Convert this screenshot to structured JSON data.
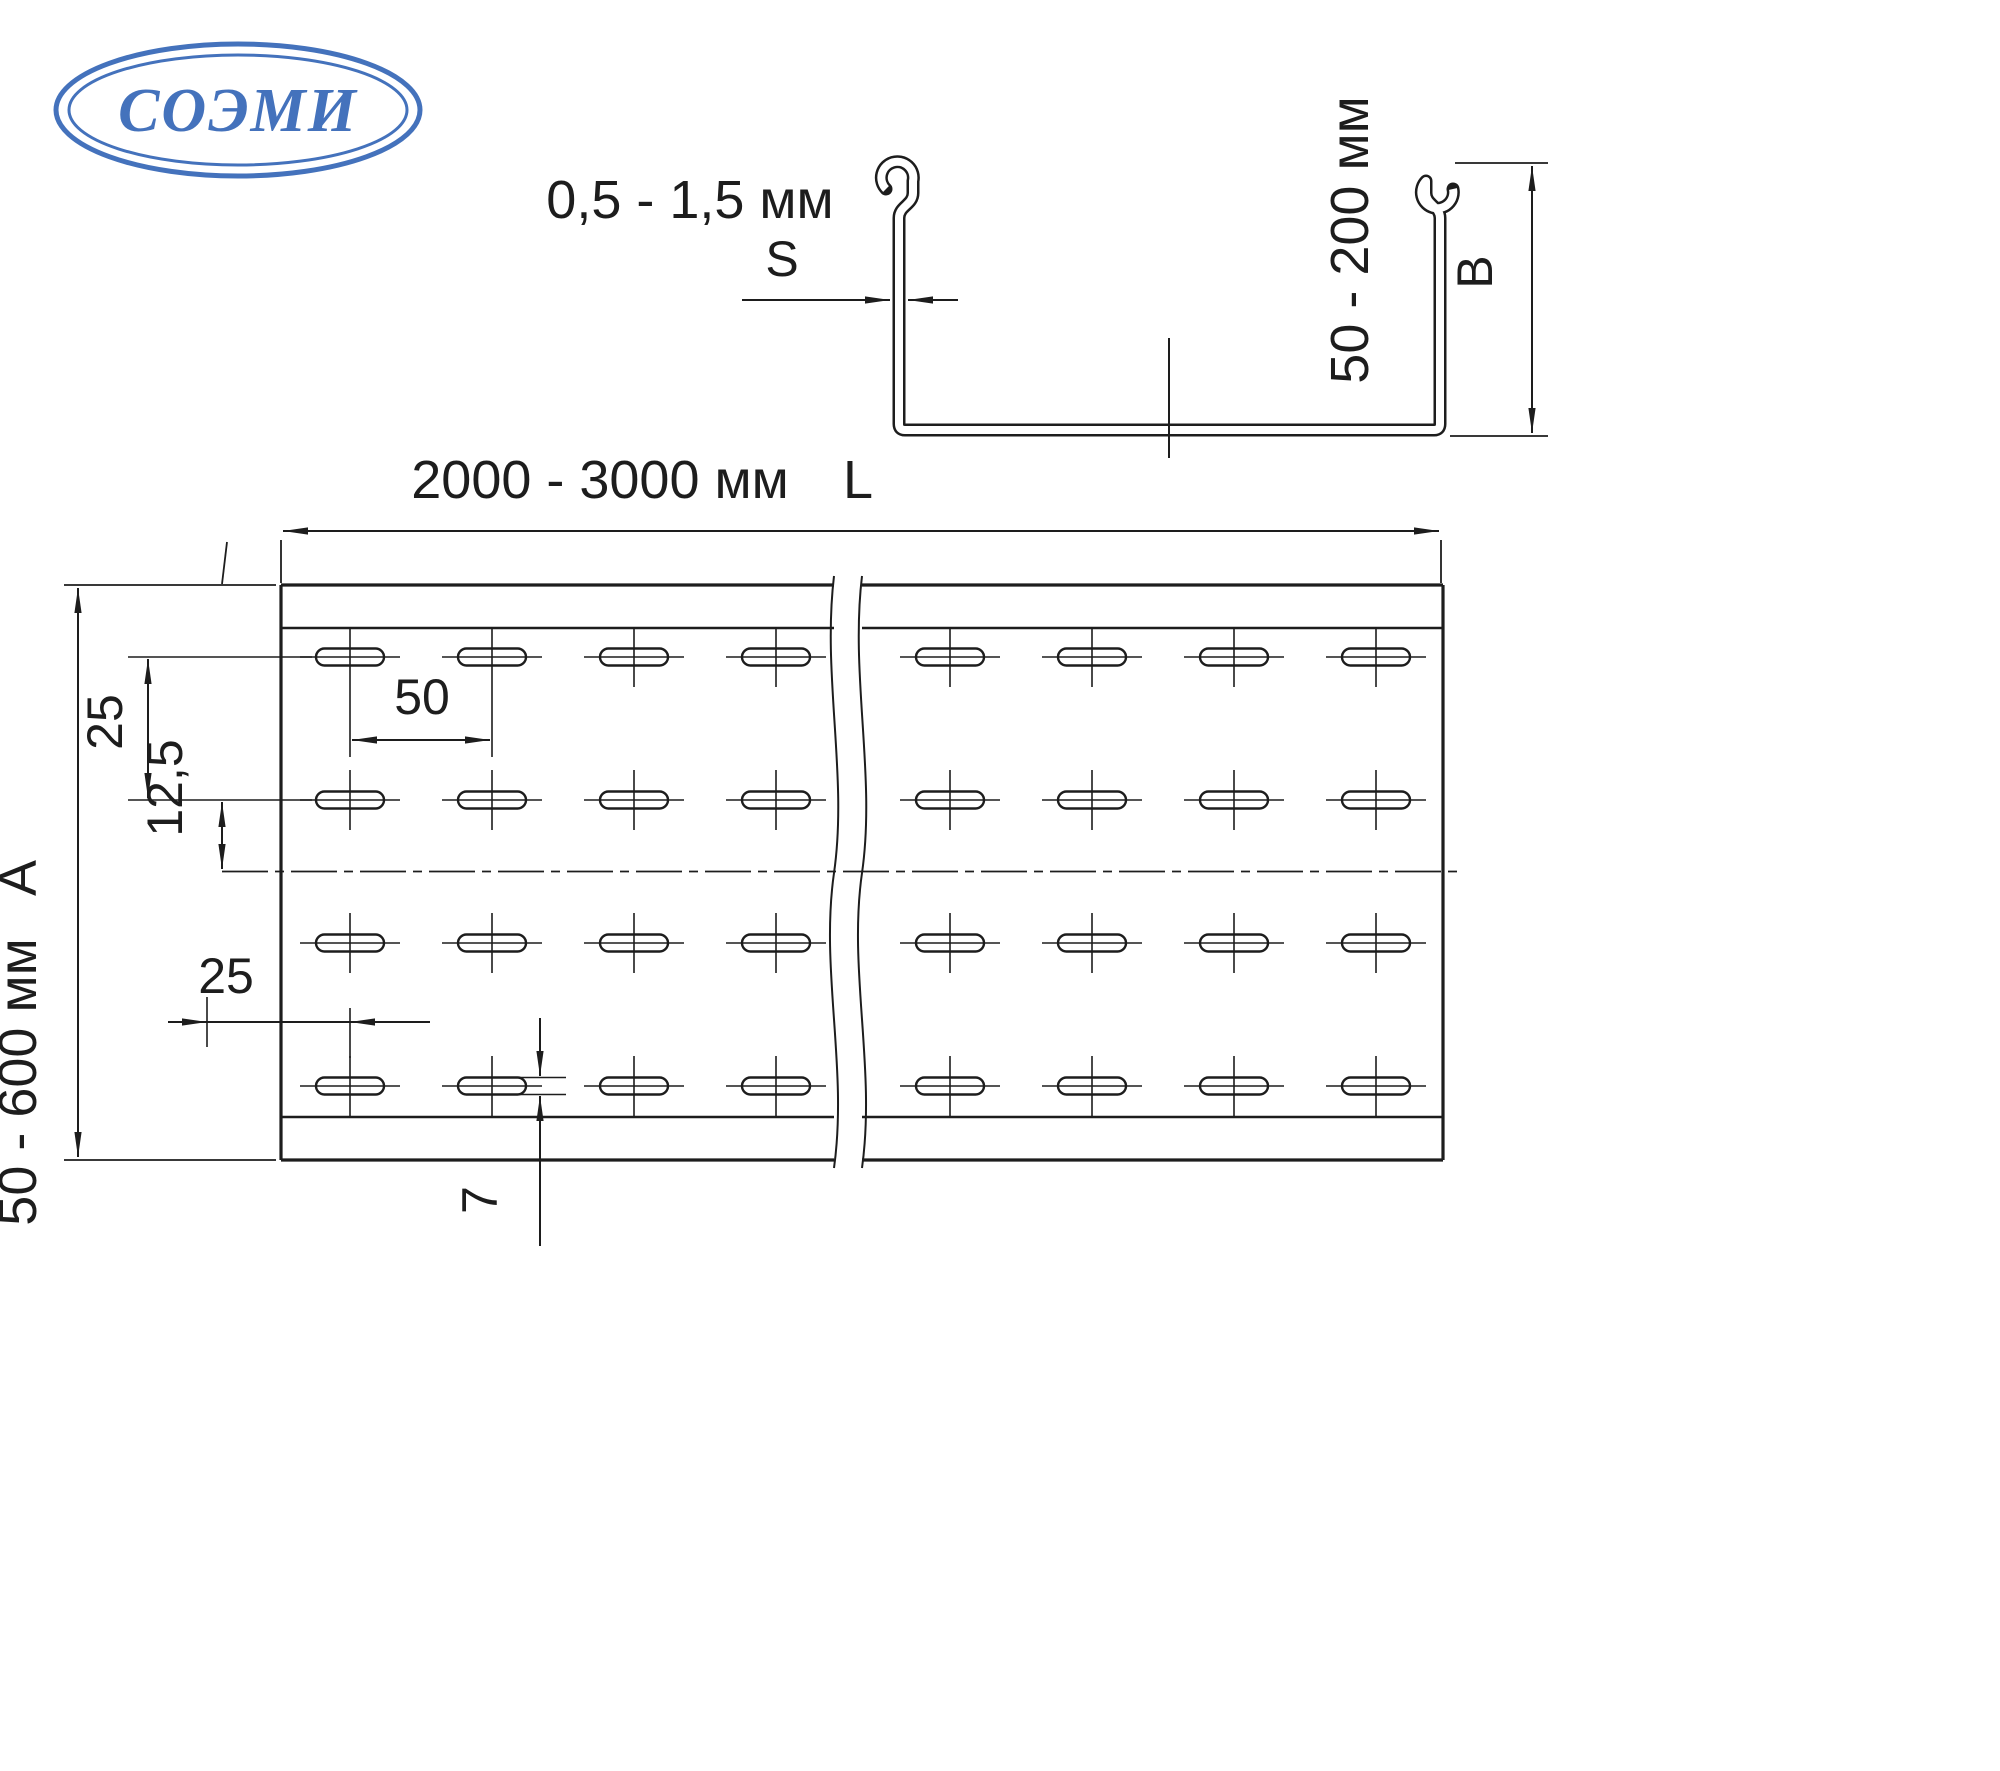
{
  "logo": {
    "text": "СОЭМИ",
    "color": "#4472bc"
  },
  "profile_view": {
    "thickness_range": "0,5 - 1,5 мм",
    "thickness_symbol": "S",
    "height_range": "50 - 200 мм",
    "height_symbol": "B"
  },
  "plan_view": {
    "length_range": "2000 - 3000 мм",
    "length_symbol": "L",
    "width_range": "50 - 600 мм",
    "width_symbol": "А",
    "row_spacing_mm": "25",
    "row_to_axis_mm": "12,5",
    "hole_pitch_mm": "50",
    "hole_stagger_mm": "25",
    "slot_width_mm": "7"
  }
}
